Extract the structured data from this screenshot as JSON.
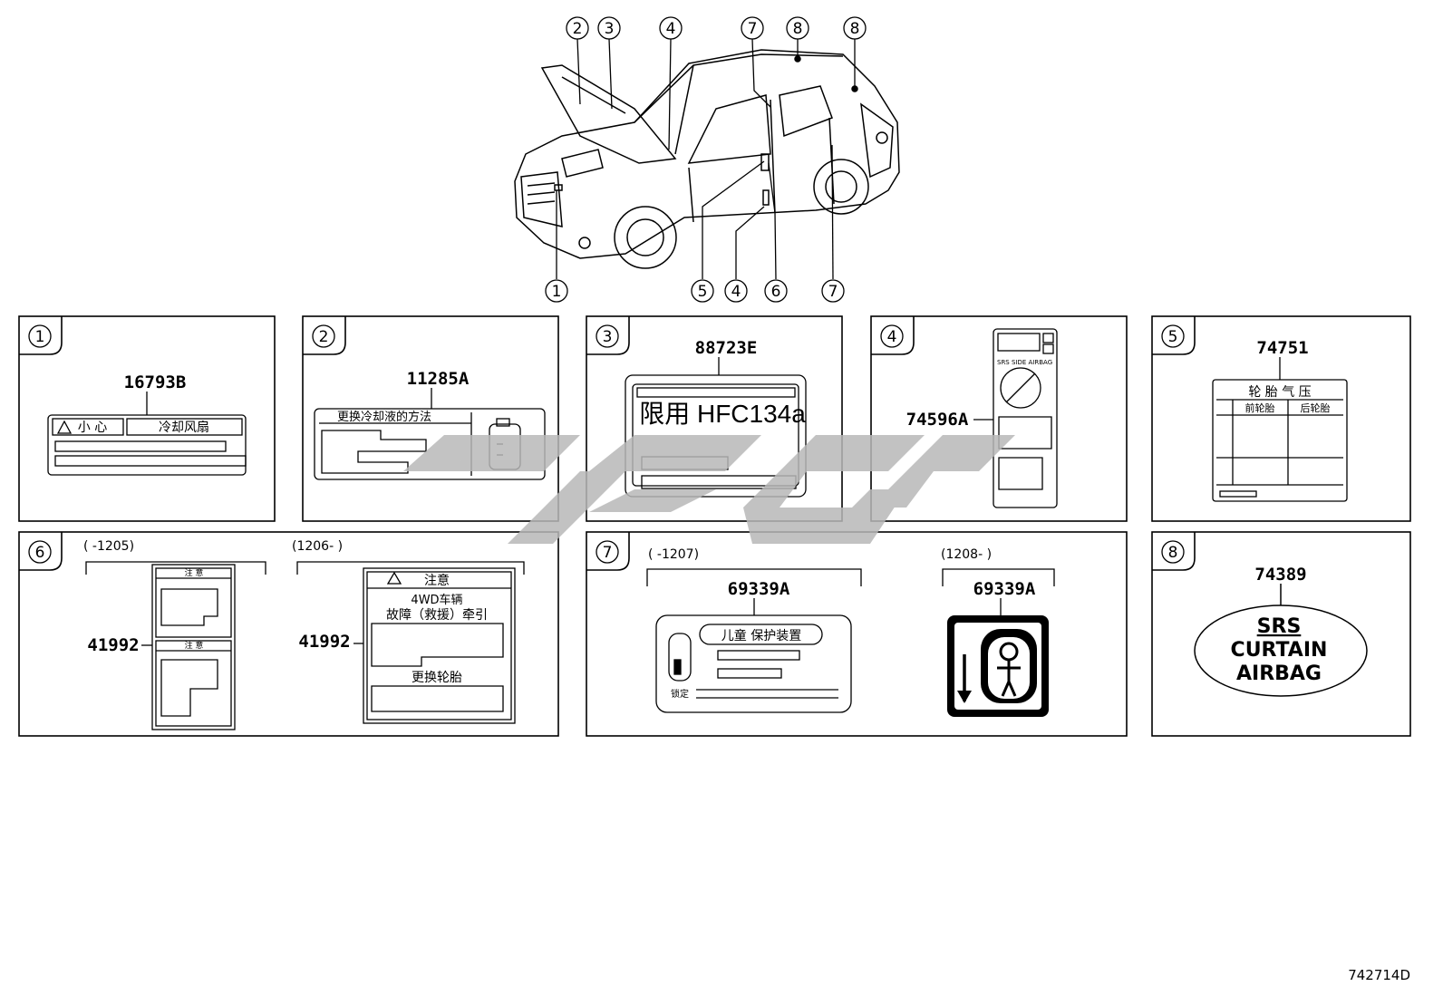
{
  "callouts": [
    "1",
    "2",
    "3",
    "4",
    "5",
    "6",
    "7",
    "8"
  ],
  "panel1": {
    "index": "1",
    "part": "16793B",
    "warn": "小 心",
    "title": "冷却风扇"
  },
  "panel2": {
    "index": "2",
    "part": "11285A",
    "header": "更换冷却液的方法"
  },
  "panel3": {
    "index": "3",
    "part": "88723E",
    "main": "限用 HFC134a"
  },
  "panel4": {
    "index": "4",
    "part": "74596A",
    "tag": "SRS SIDE AIRBAG"
  },
  "panel5": {
    "index": "5",
    "part": "74751",
    "title": "轮 胎 气 压",
    "col1": "前轮胎",
    "col2": "后轮胎"
  },
  "panel6": {
    "index": "6",
    "range_a": "(      -1205)",
    "range_b": "(1206-      )",
    "part_a": "41992",
    "part_b": "41992",
    "warn_small": "注 意",
    "warn": "注意",
    "line1": "4WD车辆",
    "line2": "故障（救援）牵引",
    "line3": "更换轮胎"
  },
  "panel7": {
    "index": "7",
    "range_a": "(      -1207)",
    "range_b": "(1208-      )",
    "part_a": "69339A",
    "part_b": "69339A",
    "title": "儿童 保护装置",
    "lock": "锁定"
  },
  "panel8": {
    "index": "8",
    "part": "74389",
    "line1": "SRS",
    "line2": "CURTAIN",
    "line3": "AIRBAG"
  },
  "footer": "742714D",
  "colors": {
    "line": "#000000",
    "watermark": "#b8b8b8"
  }
}
